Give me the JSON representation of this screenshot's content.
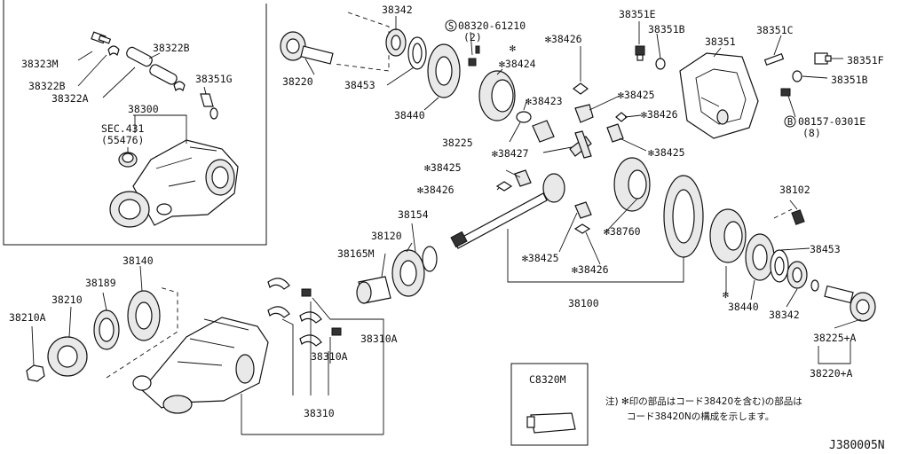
{
  "callouts": {
    "c38342a": "38342",
    "c08320": "08320-61210",
    "c08320_qty": "(2)",
    "c38351e": "38351E",
    "c38351b_top": "38351B",
    "c38351": "38351",
    "c38351c": "38351C",
    "c38351f": "38351F",
    "c38351b_right": "38351B",
    "c08157": "08157-0301E",
    "c08157_qty": "(8)",
    "c38323m": "38323M",
    "c38322b_top": "38322B",
    "c38322b_left": "38322B",
    "c38322a": "38322A",
    "c38351g": "38351G",
    "c38300": "38300",
    "c_sec431": "SEC.431",
    "c_55476": "(55476)",
    "c38220": "38220",
    "c38453a": "38453",
    "c38440a": "38440",
    "c38426a": "✻38426",
    "c38424": "✻38424",
    "c38423": "✻38423",
    "c38425a": "✻38425",
    "c38426b": "✻38426",
    "c38225": "38225",
    "c38427": "✻38427",
    "c38425b": "✻38425",
    "c38425c": "✻38425",
    "c38426c": "✻38426",
    "c38760": "✻38760",
    "c38154": "38154",
    "c38120": "38120",
    "c38165m": "38165M",
    "c38425d": "✻38425",
    "c38426d": "✻38426",
    "c38100": "38100",
    "c38102": "38102",
    "c38453b": "38453",
    "c38440b": "38440",
    "c38342b": "38342",
    "c38225a": "38225+A",
    "c38220a": "38220+A",
    "c38140": "38140",
    "c38189": "38189",
    "c38210": "38210",
    "c38210a": "38210A",
    "c38310a_1": "38310A",
    "c38310a_2": "38310A",
    "c38310": "38310",
    "c_c8320m": "C8320M",
    "star_marker_top": "✻",
    "star_marker_bottom": "✻"
  },
  "circle_markers": {
    "s_marker": "S",
    "b_marker": "B"
  },
  "note": {
    "line1": "注) ✻印の部品はコード38420を含む)の部品は",
    "line2": "コード38420Nの構成を示します。"
  },
  "diagram_id": "J380005N"
}
